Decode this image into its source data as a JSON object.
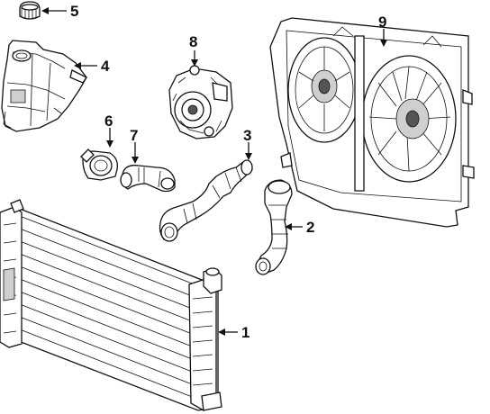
{
  "diagram": {
    "callouts": [
      {
        "id": "1",
        "part": "radiator"
      },
      {
        "id": "2",
        "part": "lower-radiator-hose"
      },
      {
        "id": "3",
        "part": "upper-radiator-hose"
      },
      {
        "id": "4",
        "part": "coolant-reservoir"
      },
      {
        "id": "5",
        "part": "reservoir-cap"
      },
      {
        "id": "6",
        "part": "thermostat-housing"
      },
      {
        "id": "7",
        "part": "bypass-hose"
      },
      {
        "id": "8",
        "part": "water-pump"
      },
      {
        "id": "9",
        "part": "fan-assembly"
      }
    ]
  },
  "colors": {
    "line": "#111111",
    "background": "#ffffff",
    "shade": "#cfcfcf"
  }
}
